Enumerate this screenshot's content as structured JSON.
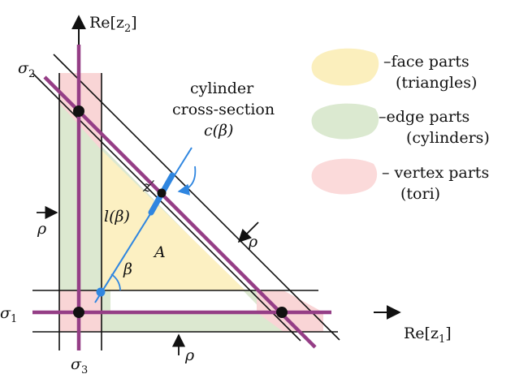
{
  "axes": {
    "x_label": "Re[z",
    "x_sub": "1",
    "y_label": "Re[z",
    "y_sub": "2"
  },
  "symbols": {
    "sigma": "σ",
    "sigma1_sub": "1",
    "sigma2_sub": "2",
    "sigma3_sub": "3",
    "rho": "ρ",
    "l_beta": "l(β)",
    "beta": "β",
    "A": "A",
    "z_prime": "z′"
  },
  "annotation": {
    "line1": "cylinder",
    "line2": "cross-section",
    "line3": "c(β)"
  },
  "legend": [
    {
      "line1": "–face parts",
      "line2": "(triangles)",
      "color": "#fbefbd"
    },
    {
      "line1": "–edge parts",
      "line2": "(cylinders)",
      "color": "#dbe9d0"
    },
    {
      "line1": "– vertex parts",
      "line2": "(tori)",
      "color": "#fbdada"
    }
  ],
  "colors": {
    "face": "#fcf0c2",
    "edge": "#dce8d0",
    "vertex": "#f9d5d6",
    "sigma_line": "#953e86",
    "cross_section": "#2f86e0"
  }
}
